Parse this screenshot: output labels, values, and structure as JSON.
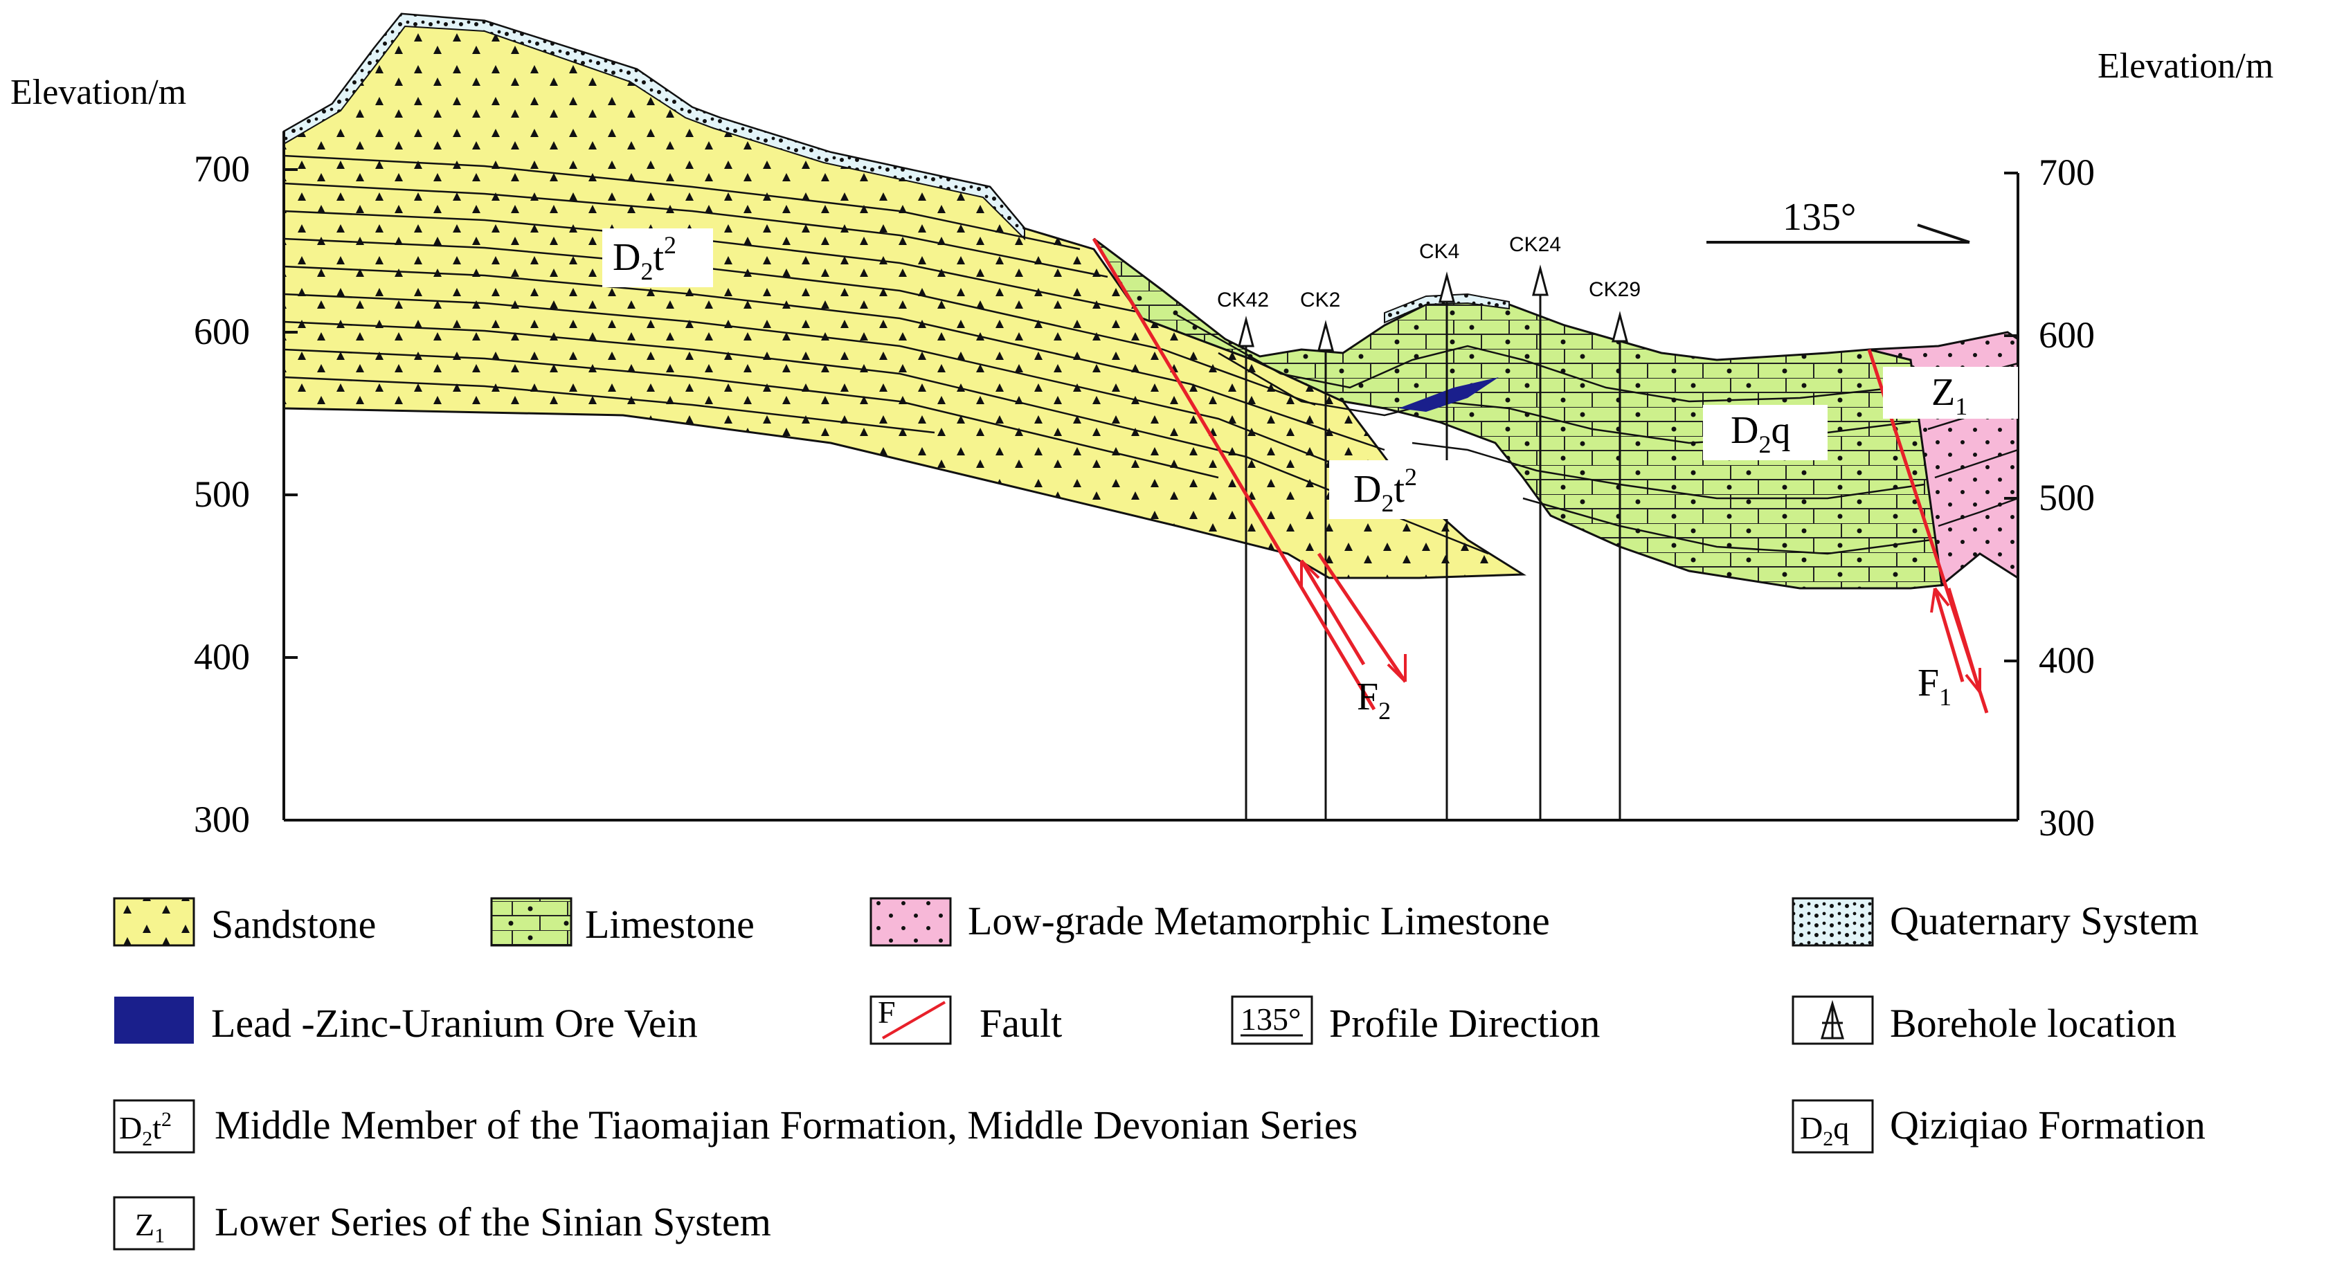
{
  "axis": {
    "left_title": "Elevation/m",
    "right_title": "Elevation/m",
    "left_ticks": [
      "700",
      "600",
      "500",
      "400",
      "300"
    ],
    "right_ticks": [
      "700",
      "600",
      "500",
      "400",
      "300"
    ]
  },
  "profile_direction": "135°",
  "units": {
    "d2t2_top": "D2t2",
    "d2t2_mid": "D2t2",
    "d2q": "D2q",
    "z1": "Z1"
  },
  "faults": [
    "F2",
    "F1"
  ],
  "boreholes": [
    "CK42",
    "CK2",
    "CK4",
    "CK24",
    "CK29"
  ],
  "legend": {
    "sandstone": "Sandstone",
    "limestone": "Limestone",
    "metamorphic": "Low-grade Metamorphic Limestone",
    "quaternary": "Quaternary System",
    "ore_vein": "Lead -Zinc-Uranium Ore Vein",
    "fault": "Fault",
    "profile": "Profile Direction",
    "borehole": "Borehole location",
    "d2t2": "Middle Member of the Tiaomajian Formation, Middle Devonian Series",
    "d2q": "Qiziqiao Formation",
    "z1": "Lower Series of the Sinian System",
    "sym_d2t2": "D2t2",
    "sym_d2q": "D2q",
    "sym_z1": "Z1",
    "sym_fault": "F",
    "sym_profile": "135°"
  },
  "colors": {
    "sandstone": "#f6f48f",
    "limestone": "#cdf08c",
    "metamorphic": "#f7b8d8",
    "quaternary": "#e3f4f8",
    "ore": "#1a1f8c",
    "fault": "#e8202a"
  }
}
